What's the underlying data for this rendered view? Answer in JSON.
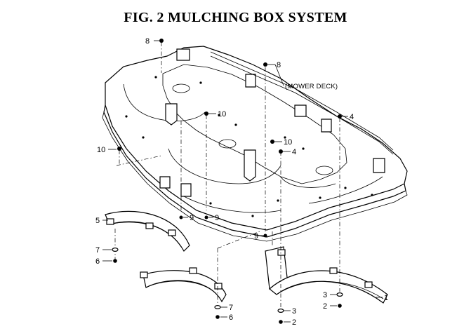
{
  "title": "FIG.  2  MULCHING BOX SYSTEM",
  "deck_label": "(MOWER DECK)",
  "callouts": {
    "c8_top_left": "8",
    "c8_center": "8",
    "c10_center": "10",
    "c4_right": "4",
    "c10_left": "10",
    "c10_mid": "10",
    "c4_mid": "4",
    "c9_a": "9",
    "c9_b": "9",
    "c9_c": "9",
    "c5": "5",
    "c7_left": "7",
    "c6_left": "6",
    "c7_bottom": "7",
    "c6_bottom": "6",
    "c3_bottom": "3",
    "c2_bottom": "2",
    "c3_right": "3",
    "c2_right": "2",
    "c1": "1"
  }
}
